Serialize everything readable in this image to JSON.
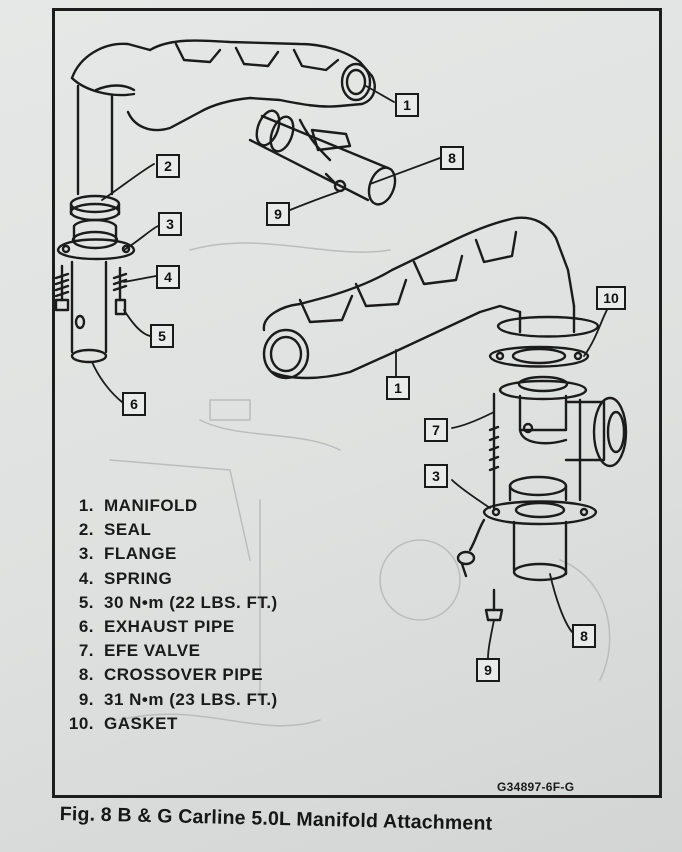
{
  "legend": [
    {
      "num": "1.",
      "label": "MANIFOLD"
    },
    {
      "num": "2.",
      "label": "SEAL"
    },
    {
      "num": "3.",
      "label": "FLANGE"
    },
    {
      "num": "4.",
      "label": "SPRING"
    },
    {
      "num": "5.",
      "label": "30 N•m (22 LBS. FT.)"
    },
    {
      "num": "6.",
      "label": "EXHAUST PIPE"
    },
    {
      "num": "7.",
      "label": "EFE VALVE"
    },
    {
      "num": "8.",
      "label": "CROSSOVER PIPE"
    },
    {
      "num": "9.",
      "label": "31 N•m (23 LBS. FT.)"
    },
    {
      "num": "10.",
      "label": "GASKET"
    }
  ],
  "callouts": {
    "c1_top": "1",
    "c2": "2",
    "c3_left": "3",
    "c4": "4",
    "c5": "5",
    "c6": "6",
    "c8_top": "8",
    "c9_top": "9",
    "c10": "10",
    "c1_right": "1",
    "c7": "7",
    "c3_right": "3",
    "c8_bottom": "8",
    "c9_bottom": "9"
  },
  "figure_code": "G34897-6F-G",
  "caption": "Fig. 8 B & G Carline 5.0L Manifold Attachment"
}
